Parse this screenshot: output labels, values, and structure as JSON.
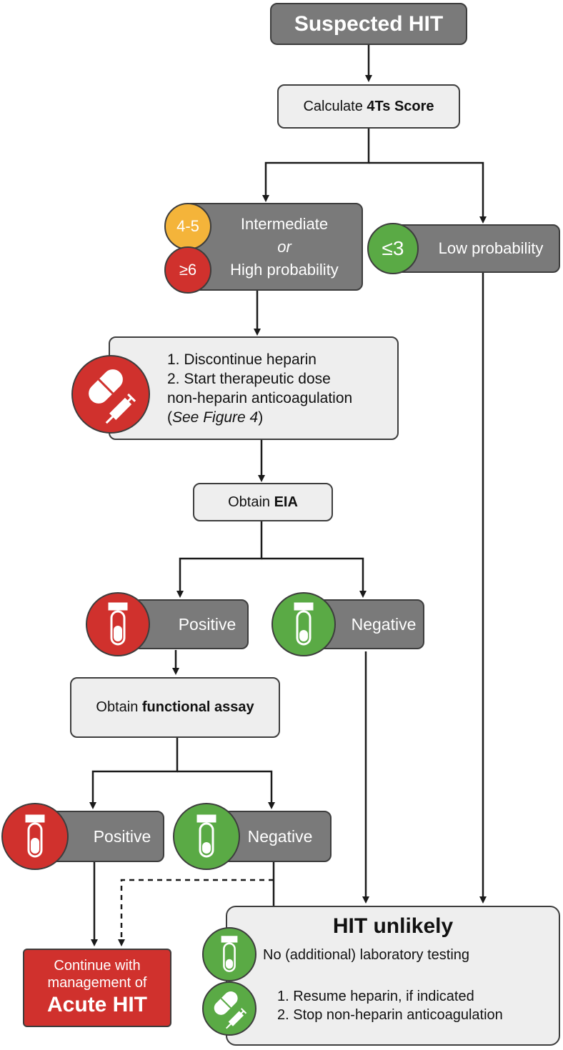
{
  "nodes": {
    "suspected": "Suspected HIT",
    "calc": {
      "prefix": "Calculate ",
      "bold": "4Ts Score"
    },
    "intermediate": {
      "badge_mid": "4-5",
      "badge_high": "≥6",
      "line1": "Intermediate",
      "line2": "or",
      "line3": "High probability"
    },
    "low": {
      "badge": "≤3",
      "label": "Low probability"
    },
    "discontinue": {
      "line1": "1. Discontinue heparin",
      "line2": "2. Start therapeutic dose",
      "line3": "non-heparin anticoagulation",
      "line4_open": "(",
      "line4_italic": "See Figure 4",
      "line4_close": ")"
    },
    "eia": {
      "prefix": "Obtain ",
      "bold": "EIA"
    },
    "eia_positive": "Positive",
    "eia_negative": "Negative",
    "functional": {
      "prefix": "Obtain ",
      "bold": "functional assay"
    },
    "fa_positive": "Positive",
    "fa_negative": "Negative",
    "acute": {
      "line1": "Continue with",
      "line2": "management of",
      "line3": "Acute HIT"
    },
    "unlikely": {
      "title": "HIT unlikely",
      "item1": "No (additional) laboratory testing",
      "item2_line1": "1. Resume heparin, if indicated",
      "item2_line2": "2. Stop non-heparin anticoagulation"
    }
  },
  "colors": {
    "dark_box": "#7a7a7a",
    "light_box": "#eeeeee",
    "red": "#d0312d",
    "green": "#5aaa45",
    "orange": "#f4b43a",
    "stroke": "#3d3d3d"
  },
  "icons": [
    "test-tube-icon",
    "pill-icon",
    "syringe-icon"
  ]
}
